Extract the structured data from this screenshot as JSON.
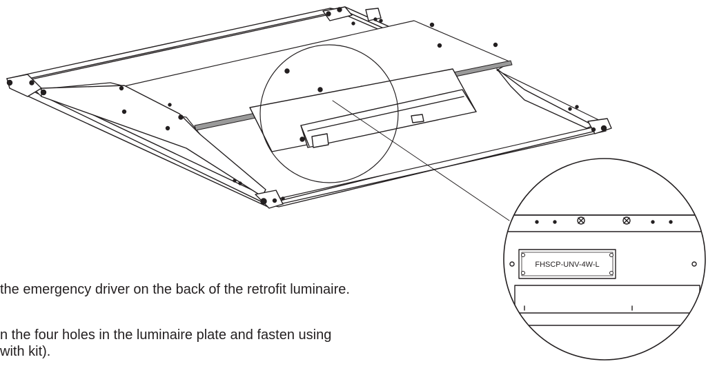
{
  "diagram": {
    "driver_label": "FHSCP-UNV-4W-L"
  },
  "instructions": {
    "line1": "the emergency driver on the back of the retrofit luminaire.",
    "line2": "n the four holes in the luminaire plate and fasten using",
    "line3": "with kit)."
  },
  "colors": {
    "ink": "#231f20",
    "rail_gray": "#9a9a9a"
  }
}
